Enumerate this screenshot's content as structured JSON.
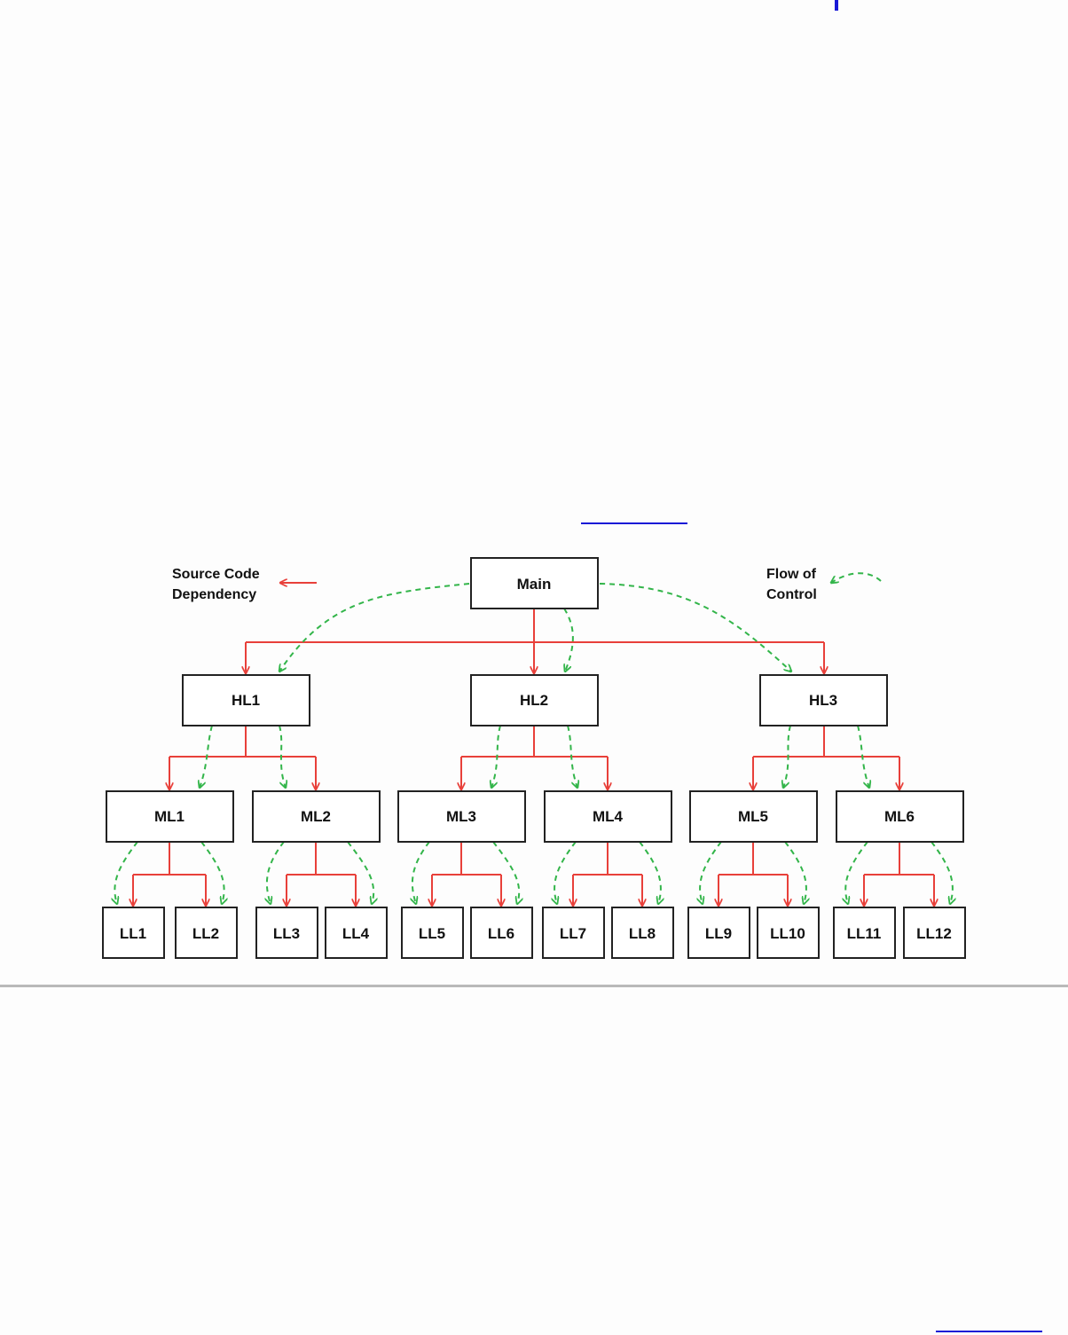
{
  "diagram": {
    "legend": {
      "dependency_line1": "Source Code",
      "dependency_line2": "Dependency",
      "flow_line1": "Flow of",
      "flow_line2": "Control"
    },
    "colors": {
      "dependency": "#e8403a",
      "flow": "#33b54a",
      "box_border": "#222222"
    },
    "nodes": {
      "main": "Main",
      "hl": [
        "HL1",
        "HL2",
        "HL3"
      ],
      "ml": [
        "ML1",
        "ML2",
        "ML3",
        "ML4",
        "ML5",
        "ML6"
      ],
      "ll": [
        "LL1",
        "LL2",
        "LL3",
        "LL4",
        "LL5",
        "LL6",
        "LL7",
        "LL8",
        "LL9",
        "LL10",
        "LL11",
        "LL12"
      ]
    }
  }
}
